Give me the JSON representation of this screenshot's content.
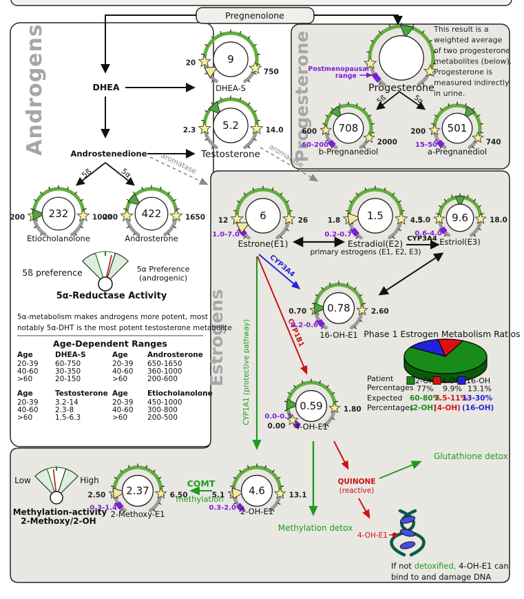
{
  "labels": {
    "pregnenolone": "Pregnenolone",
    "androgens": "Androgens",
    "progesterone": "Progesterone",
    "estrogens": "Estrogens",
    "dhea": "DHEA",
    "androstenedione": "Androstenedione",
    "primary_estrogens": "primary estrogens (E1, E2, E3)",
    "postmenopausal_1": "Postmenopausal",
    "postmenopausal_2": "range"
  },
  "progesterone_note": [
    "This result is a",
    "weighted average",
    "of two progesterone",
    "metabolites (below).",
    "Progesterone is",
    "measured indirectly",
    "in urine."
  ],
  "enzymes": {
    "five_beta": "5ß",
    "five_alpha": "5α",
    "aromatase": "aromatase",
    "cyp3a4": "CYP3A4",
    "cyp1b1": "CYP1B1",
    "cyp1a1": "CYP1A1 (protective pathway)",
    "comt": "COMT",
    "comt_sub": "methylation"
  },
  "gauges": [
    {
      "id": "dhea-s",
      "label": "DHEA-S",
      "value": "9",
      "low": "20",
      "high": "750",
      "purple": ""
    },
    {
      "id": "testosterone",
      "label": "Testosterone",
      "value": "5.2",
      "low": "2.3",
      "high": "14.0",
      "purple": ""
    },
    {
      "id": "etiocholanolone",
      "label": "Etiocholanolone",
      "value": "232",
      "low": "200",
      "high": "1000",
      "purple": ""
    },
    {
      "id": "androsterone",
      "label": "Androsterone",
      "value": "422",
      "low": "200",
      "high": "1650",
      "purple": ""
    },
    {
      "id": "progesterone",
      "label": "Progesterone",
      "value": "",
      "low": "",
      "high": "",
      "purple": ""
    },
    {
      "id": "b-pregnanediol",
      "label": "b-Pregnanediol",
      "value": "708",
      "low": "600",
      "high": "2000",
      "purple": "60-200"
    },
    {
      "id": "a-pregnanediol",
      "label": "a-Pregnanediol",
      "value": "501",
      "low": "200",
      "high": "740",
      "purple": "15-50"
    },
    {
      "id": "estrone-e1",
      "label": "Estrone(E1)",
      "value": "6",
      "low": "12",
      "high": "26",
      "purple": "1.0-7.0"
    },
    {
      "id": "estradiol-e2",
      "label": "Estradiol(E2)",
      "value": "1.5",
      "low": "1.8",
      "high": "4.5",
      "purple": "0.2-0.7"
    },
    {
      "id": "estriol-e3",
      "label": "Estriol(E3)",
      "value": "9.6",
      "low": "5.0",
      "high": "18.0",
      "purple": "0.6-4.0"
    },
    {
      "id": "16-oh-e1",
      "label": "16-OH-E1",
      "value": "0.78",
      "low": "0.70",
      "high": "2.60",
      "purple": "0.2-0.6"
    },
    {
      "id": "4-oh-e1",
      "label": "4-OH-E1",
      "value": "0.59",
      "low": "0.00",
      "high": "1.80",
      "purple": "0.0-0.3"
    },
    {
      "id": "2-methoxy-e1",
      "label": "2-Methoxy-E1",
      "value": "2.37",
      "low": "2.50",
      "high": "6.50",
      "purple": "0.3-1.4"
    },
    {
      "id": "2-oh-e1",
      "label": "2-OH-E1",
      "value": "4.6",
      "low": "5.1",
      "high": "13.1",
      "purple": "0.3-2.0"
    }
  ],
  "reductase_fan": {
    "left": "5ß preference",
    "right1": "5α Preference",
    "right2": "(androgenic)",
    "title": "5α-Reductase Activity"
  },
  "methylation_fan": {
    "left": "Low",
    "right": "High",
    "title1": "Methylation-activity",
    "title2": "2-Methoxy/2-OH"
  },
  "androgen_note": [
    "5α-metabolism makes androgens more potent, most",
    "notably 5α-DHT is the most potent testosterone metabolite"
  ],
  "ranges_table": {
    "title": "Age-Dependent Ranges",
    "groups": [
      {
        "h1": "Age",
        "h2": "DHEA-S",
        "rows": [
          [
            "20-39",
            "60-750"
          ],
          [
            "40-60",
            "30-350"
          ],
          [
            ">60",
            "20-150"
          ]
        ]
      },
      {
        "h1": "Age",
        "h2": "Androsterone",
        "rows": [
          [
            "20-39",
            "650-1650"
          ],
          [
            "40-60",
            "360-1000"
          ],
          [
            ">60",
            "200-600"
          ]
        ]
      },
      {
        "h1": "Age",
        "h2": "Testosterone",
        "rows": [
          [
            "20-39",
            "3.2-14"
          ],
          [
            "40-60",
            "2.3-8"
          ],
          [
            ">60",
            "1.5-6.3"
          ]
        ]
      },
      {
        "h1": "Age",
        "h2": "Etiocholanolone",
        "rows": [
          [
            "20-39",
            "450-1000"
          ],
          [
            "40-60",
            "300-800"
          ],
          [
            ">60",
            "200-500"
          ]
        ]
      }
    ]
  },
  "chart_data": {
    "type": "pie",
    "title": "Phase 1 Estrogen Metabolism Ratios",
    "labels": [
      "2-OH",
      "4-OH",
      "16-OH"
    ],
    "values": [
      77,
      9.9,
      13.1
    ],
    "patient_percentages": [
      "77%",
      "9.9%",
      "13.1%"
    ],
    "expected_ranges": [
      "60-80%",
      "7.5-11%",
      "13-30%"
    ],
    "expected_labels": [
      "(2-OH)",
      "(4-OH)",
      "(16-OH)"
    ],
    "colors": [
      "#188c18",
      "#dd1111",
      "#2222dd"
    ],
    "legend": {
      "patient": "Patient",
      "expected": "Expected",
      "percentages": "Percentages"
    }
  },
  "detox": {
    "quinone1": "QUINONE",
    "quinone2": "(reactive)",
    "glutathione": "Glutathione detox",
    "methylation": "Methylation detox",
    "dna_label": "4-OH-E1",
    "caption1_pre": "If not ",
    "caption1_green": "detoxified,",
    "caption1_post": " 4-OH-E1 can",
    "caption2": "bind to and damage DNA"
  },
  "colors": {
    "green": "#1d9b1f",
    "red": "#cc1111",
    "blue": "#2222d6",
    "purple": "#7d1ed8",
    "arc_green": "#63ad3d",
    "arc_gray": "#9b9b9b",
    "star": "#f6f0a3",
    "tri_green": "#4aa838",
    "tri_yellow": "#f3e9a1",
    "section": "#a6a6a6",
    "box_gray": "#e9e7e2",
    "pie_base": "#0a5a0a",
    "dna": "#0b5a4a",
    "dna_rung": "#4450dd"
  }
}
